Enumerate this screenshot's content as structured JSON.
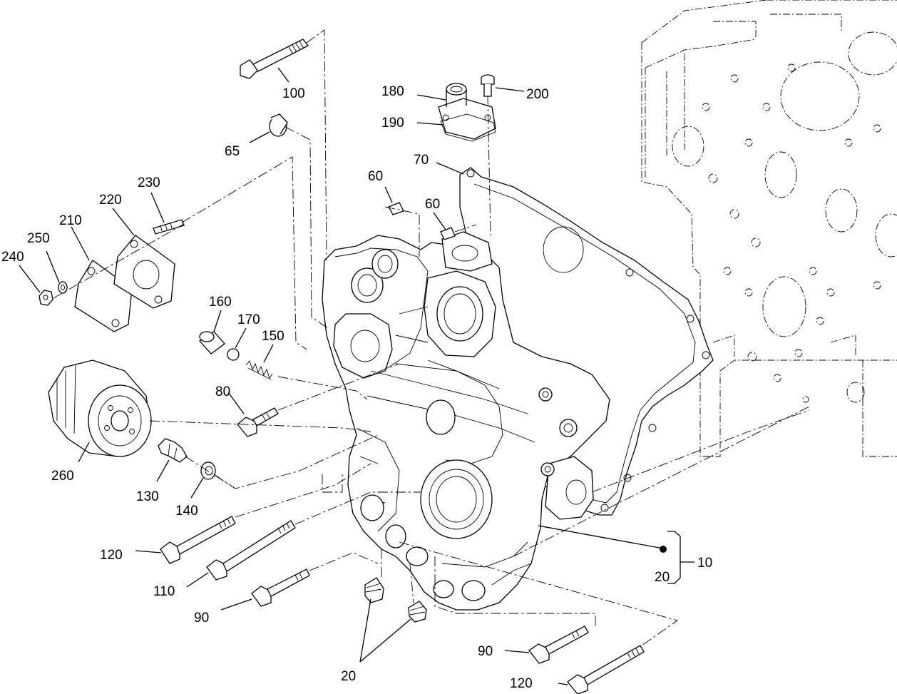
{
  "callouts": {
    "c100": "100",
    "c65": "65",
    "c180": "180",
    "c190": "190",
    "c200": "200",
    "c70": "70",
    "c60a": "60",
    "c60b": "60",
    "c230": "230",
    "c220": "220",
    "c210": "210",
    "c250": "250",
    "c240": "240",
    "c160": "160",
    "c170": "170",
    "c150": "150",
    "c80": "80",
    "c260": "260",
    "c130": "130",
    "c140": "140",
    "c120a": "120",
    "c110": "110",
    "c90a": "90",
    "c20a": "20",
    "c90b": "90",
    "c120b": "120",
    "c20b": "20",
    "c10": "10"
  }
}
